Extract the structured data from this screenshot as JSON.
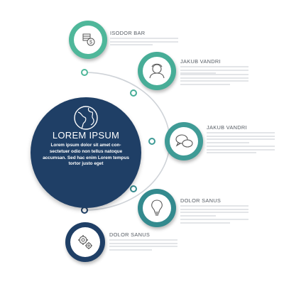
{
  "center": {
    "title": "LOREM IPSUM",
    "body": "Lorem ipsum dolor sit amet con-sectetuer odio non tellus natoque accumsan. Sed hac enim Lorem tempus tortor justo eget"
  },
  "items": [
    {
      "title": "ISODOR BAR",
      "icon": "money-icon",
      "color": "#4fb79a"
    },
    {
      "title": "JAKUB VANDRI",
      "icon": "user-icon",
      "color": "#47ad97"
    },
    {
      "title": "JAKUB VANDRI",
      "icon": "chat-icon",
      "color": "#3f9b96"
    },
    {
      "title": "DOLOR SANUS",
      "icon": "lightbulb-icon",
      "color": "#338a8e"
    },
    {
      "title": "DOLOR SANUS",
      "icon": "gears-icon",
      "color": "#1f3f66"
    }
  ],
  "colors": {
    "main": "#1f3f66",
    "accent": "#47ad97",
    "connector": "#c9ccd1"
  }
}
